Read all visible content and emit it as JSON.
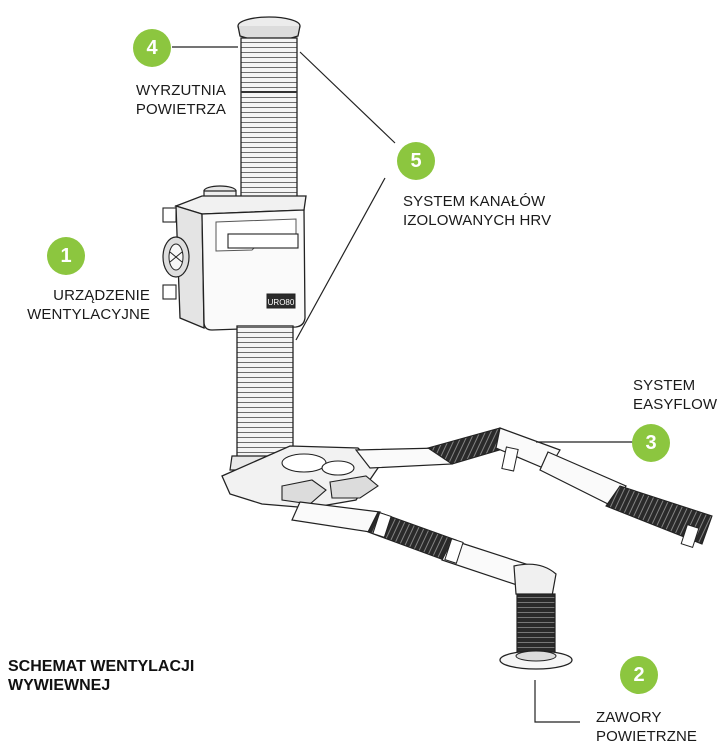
{
  "title": {
    "line1": "SCHEMAT WENTYLACJI",
    "line2": "WYWIEWNEJ"
  },
  "colors": {
    "badge": "#8cc63f",
    "line": "#222222",
    "text": "#1a1a1a"
  },
  "callouts": [
    {
      "number": "1",
      "line1": "URZĄDZENIE",
      "line2": "WENTYLACYJNE"
    },
    {
      "number": "2",
      "line1": "ZAWORY",
      "line2": "POWIETRZNE"
    },
    {
      "number": "3",
      "line1": "SYSTEM",
      "line2": "EASYFLOW"
    },
    {
      "number": "4",
      "line1": "WYRZUTNIA",
      "line2": "POWIETRZA"
    },
    {
      "number": "5",
      "line1": "SYSTEM KANAŁÓW",
      "line2": "IZOLOWANYCH HRV"
    }
  ],
  "device": {
    "plate_text": "URO80"
  }
}
